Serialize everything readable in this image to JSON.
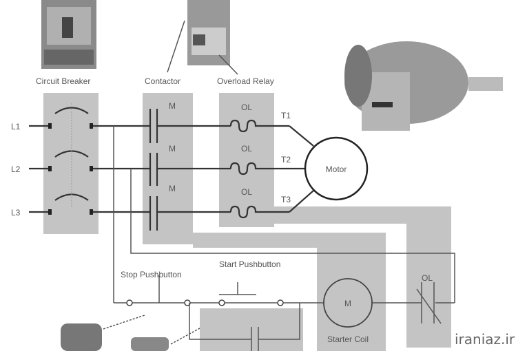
{
  "labels": {
    "circuit_breaker": "Circuit Breaker",
    "contactor": "Contactor",
    "overload_relay": "Overload Relay",
    "lines": [
      "L1",
      "L2",
      "L3"
    ],
    "contacts": [
      "M",
      "M",
      "M"
    ],
    "overloads": [
      "OL",
      "OL",
      "OL"
    ],
    "terminals": [
      "T1",
      "T2",
      "T3"
    ],
    "motor": "Motor",
    "stop_pushbutton": "Stop Pushbutton",
    "start_pushbutton": "Start Pushbutton",
    "coil_symbol": "M",
    "starter_coil": "Starter Coil",
    "ol_contact": "OL"
  },
  "watermark": "iraniaz.ir",
  "colors": {
    "band": "#c4c4c4",
    "wire": "#333333",
    "text": "#555555"
  }
}
